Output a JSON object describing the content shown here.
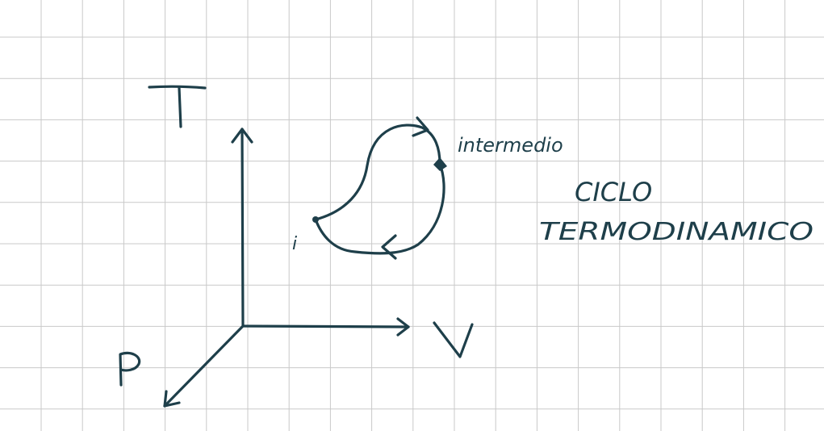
{
  "colors": {
    "paper": "#ffffff",
    "grid": "#c9c9c9",
    "ink": "#1e3f4a"
  },
  "axes": {
    "t_label": "T",
    "v_label": "V",
    "p_label": "P"
  },
  "cycle": {
    "initial_label": "i",
    "intermediate_label": "intermedio"
  },
  "title": {
    "line1": "CICLO",
    "line2": "TERMODINAMICO"
  }
}
